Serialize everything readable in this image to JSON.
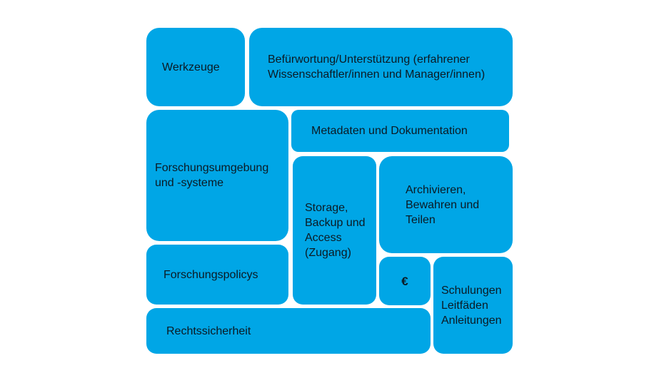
{
  "diagram": {
    "tiles": [
      {
        "id": "werkzeuge",
        "label": "Werkzeuge"
      },
      {
        "id": "befuerwortung",
        "label": "Befürwortung/Unterstützung (erfahrener\nWissenschaftler/innen und Manager/innen)"
      },
      {
        "id": "forschungsumgebung",
        "label": "Forschungsumgebung\nund -systeme"
      },
      {
        "id": "metadaten",
        "label": "Metadaten und Dokumentation"
      },
      {
        "id": "storage",
        "label": "Storage,\nBackup und\nAccess\n(Zugang)"
      },
      {
        "id": "archivieren",
        "label": "Archivieren,\nBewahren und\nTeilen"
      },
      {
        "id": "forschungspolicys",
        "label": "Forschungspolicys"
      },
      {
        "id": "euro",
        "label": "€"
      },
      {
        "id": "schulungen",
        "label": "Schulungen\nLeitfäden\nAnleitungen"
      },
      {
        "id": "rechtssicherheit",
        "label": "Rechtssicherheit"
      }
    ],
    "colors": {
      "tile_fill": "#00a6e6",
      "text": "#0b1a24",
      "background": "#ffffff"
    }
  }
}
